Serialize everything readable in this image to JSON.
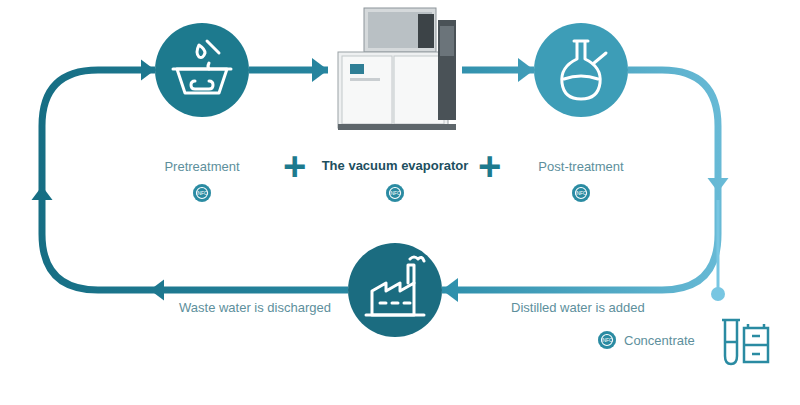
{
  "diagram": {
    "nodes": [
      {
        "text": [
          "Pretreatment"
        ]
      },
      {
        "text": [
          "The vacuum evaporator"
        ]
      },
      {
        "text": [
          "Post-treatment"
        ]
      },
      {
        "text": [
          "INFO"
        ]
      },
      {
        "text": [
          "INFO"
        ]
      },
      {
        "text": [
          "INFO"
        ]
      },
      {
        "text": []
      },
      {
        "text": [
          "INFO"
        ]
      }
    ],
    "edges": [
      {
        "from": 0,
        "to": 1,
        "arrow": "to"
      },
      {
        "from": 1,
        "to": 2,
        "arrow": "to"
      },
      {
        "from": 2,
        "to": 6,
        "label": "Distilled water is added",
        "arrow": "to"
      },
      {
        "from": 6,
        "to": 0,
        "label": "Waste water is discharged",
        "arrow": "to"
      }
    ],
    "labels": [
      "+",
      "+",
      "Concentrate"
    ]
  }
}
